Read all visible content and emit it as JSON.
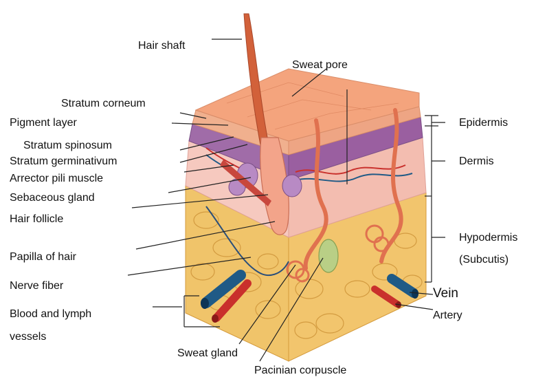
{
  "labels": {
    "hair_shaft": "Hair shaft",
    "sweat_pore": "Sweat pore",
    "stratum_corneum": "Stratum corneum",
    "pigment_layer": "Pigment layer",
    "stratum_spinosum": "Stratum spinosum",
    "stratum_germinativum": "Stratum germinativum",
    "arrector_pili": "Arrector pili muscle",
    "sebaceous_gland": "Sebaceous gland",
    "hair_follicle": "Hair follicle",
    "papilla": "Papilla of hair",
    "nerve_fiber": "Nerve fiber",
    "blood_lymph_1": "Blood and lymph",
    "blood_lymph_2": "vessels",
    "sweat_gland": "Sweat gland",
    "pacinian": "Pacinian corpuscle",
    "epidermis": "Epidermis",
    "dermis": "Dermis",
    "hypodermis": "Hypodermis",
    "subcutis": "(Subcutis)",
    "vein": "Vein",
    "artery": "Artery"
  },
  "colors": {
    "epidermis_surface": "#f2a680",
    "epidermis_purple": "#a06ca8",
    "dermis_pink": "#f6c9bf",
    "fat_yellow": "#f0c46a",
    "hair": "#d2613a",
    "vein_blue": "#1f5a86",
    "artery_red": "#c9302c",
    "leader_line": "#222222"
  }
}
